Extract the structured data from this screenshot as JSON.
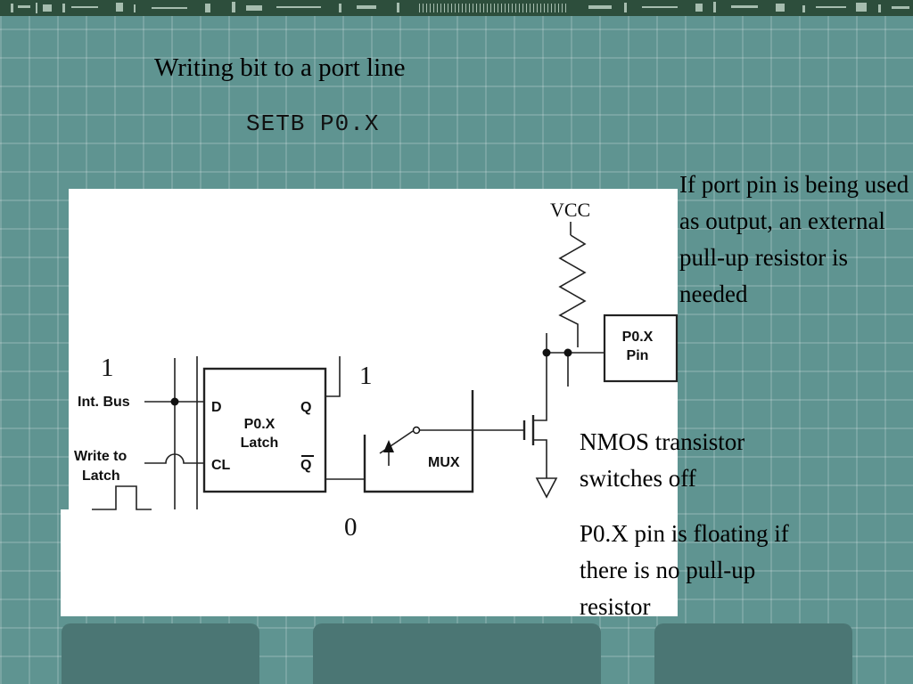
{
  "slide": {
    "title": "Writing bit to a port line",
    "instruction": "SETB P0.X"
  },
  "diagram": {
    "vcc_label": "VCC",
    "bus_value": "1",
    "q_value": "1",
    "qbar_value": "0",
    "int_bus_label": "Int. Bus",
    "write_label_1": "Write to",
    "write_label_2": "Latch",
    "latch_d": "D",
    "latch_q": "Q",
    "latch_cl": "CL",
    "latch_qbar": "Q",
    "latch_name_1": "P0.X",
    "latch_name_2": "Latch",
    "mux_label": "MUX",
    "pin_label_1": "P0.X",
    "pin_label_2": "Pin"
  },
  "notes": {
    "pullup": "If port pin is being used as output, an external pull-up resistor is needed",
    "nmos": "NMOS transistor switches off",
    "floating": "P0.X pin is floating if there is no pull-up resistor"
  },
  "colors": {
    "background": "#5f9491",
    "footer": "#4b7674",
    "diagram_bg": "#ffffff"
  }
}
